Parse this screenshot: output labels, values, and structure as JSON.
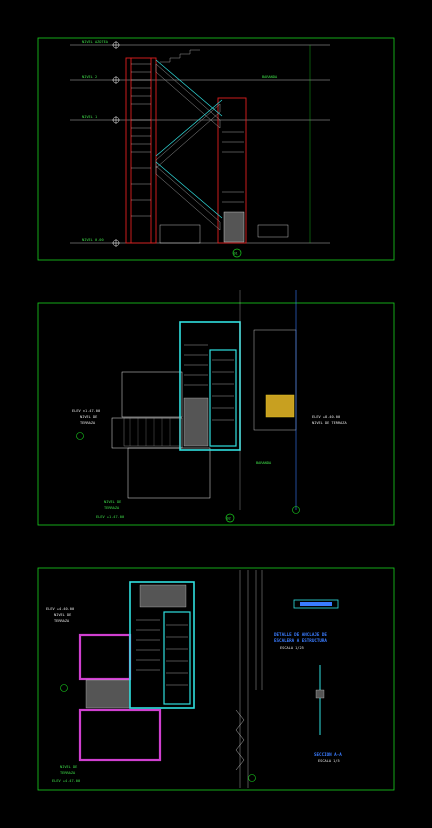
{
  "colors": {
    "background": "#000000",
    "frame": "#19d11e",
    "stair_red": "#e02020",
    "cyan": "#30e0e0",
    "white": "#e8e8e8",
    "gray": "#9a9a9a",
    "yellow": "#e0c020",
    "blue": "#3a7cff",
    "magenta": "#d040d0"
  },
  "sheet1": {
    "level_labels": [
      "NIVEL AZOTEA",
      "NIVEL 2",
      "NIVEL 1",
      "NIVEL 0.00"
    ],
    "side_label": "BARANDA",
    "ref_mark": "01"
  },
  "sheet2": {
    "left_level_top": "ELEV ±1.47.00",
    "left_level_mid": "NIVEL DE",
    "left_level_bot": "TERRAZA",
    "bottom_title_1": "NIVEL DE",
    "bottom_title_2": "TERRAZA",
    "bottom_title_3": "ELEV +1.47.00",
    "right_label_top": "ELEV +8.40.00",
    "right_label_mid": "NIVEL DE TERRAZA",
    "right_label_bot": "BARANDA",
    "ref_mark": "02"
  },
  "sheet3": {
    "left_level_top": "ELEV +4.40.00",
    "left_level_mid": "NIVEL DE",
    "left_level_bot": "TERRAZA",
    "bottom_title_1": "NIVEL DE",
    "bottom_title_2": "TERRAZA",
    "bottom_title_3": "ELEV +4.47.00",
    "detail_title_1": "DETALLE DE ANCLAJE DE",
    "detail_title_2": "ESCALERA A ESTRUCTURA",
    "detail_sub": "ESCALA 1/25",
    "section_title": "SECCION A-A",
    "section_sub": "ESCALA 1/5",
    "ref_mark": "03"
  }
}
